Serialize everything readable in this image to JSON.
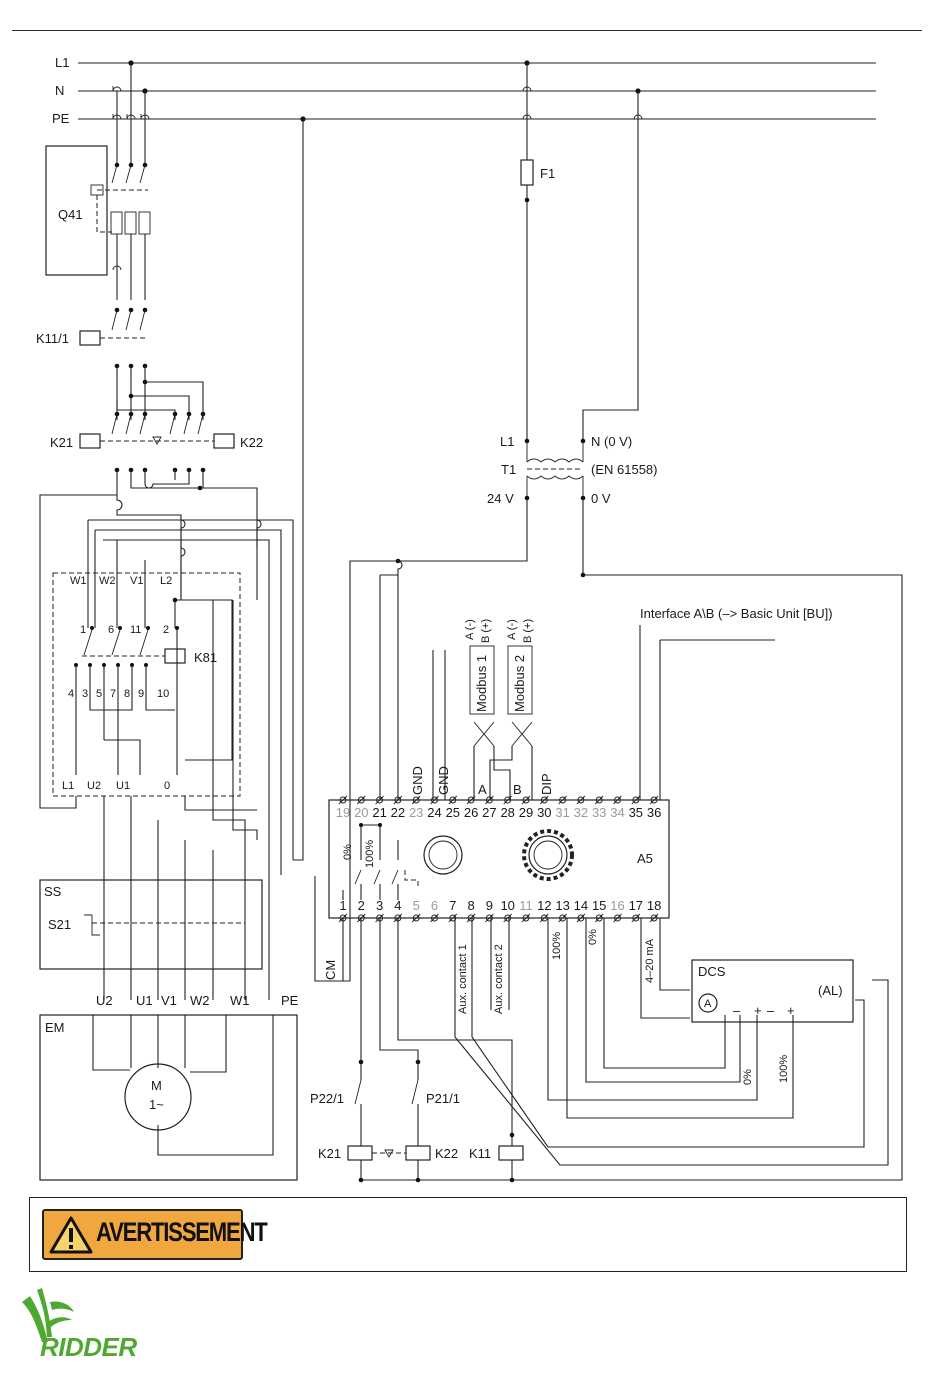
{
  "labels": {
    "L1": "L1",
    "N": "N",
    "PE": "PE",
    "Q41": "Q41",
    "F1": "F1",
    "K11_1": "K11/1",
    "K21": "K21",
    "K22": "K22",
    "K81": "K81",
    "T1": "T1",
    "T1_L1": "L1",
    "T1_N": "N (0 V)",
    "T1_std": "(EN 61558)",
    "V24": "24 V",
    "V0": "0 V",
    "W1": "W1",
    "W2": "W2",
    "V1": "V1",
    "L2": "L2",
    "c1": "1",
    "c6": "6",
    "c11": "11",
    "c2": "2",
    "c4": "4",
    "c3": "3",
    "c5": "5",
    "c7": "7",
    "c8": "8",
    "c9": "9",
    "c10": "10",
    "bL1": "L1",
    "bU2": "U2",
    "bU1": "U1",
    "b0": "0",
    "SS": "SS",
    "S21": "S21",
    "EM": "EM",
    "mU2": "U2",
    "mU1": "U1",
    "mV1": "V1",
    "mW2": "W2",
    "mW1": "W1",
    "mPE": "PE",
    "M": "M",
    "M1": "1~",
    "A5": "A5",
    "CM": "CM",
    "GND1": "GND",
    "GND2": "GND",
    "Amin1": "A (-)",
    "Bplus1": "B (+)",
    "Modbus1": "Modbus 1",
    "Amin2": "A (-)",
    "Bplus2": "B (+)",
    "Modbus2": "Modbus 2",
    "A": "A",
    "B": "B",
    "DIP": "DIP",
    "interface": "Interface A\\B (–> Basic Unit [BU])",
    "p0": "0%",
    "p100": "100%",
    "aux1": "Aux. contact 1",
    "aux2": "Aux. contact 2",
    "v100": "100%",
    "v0": "0%",
    "ma": "4–20 mA",
    "DCS": "DCS",
    "AL": "(AL)",
    "Am": "A",
    "m1": "–",
    "m2": "+",
    "m3": "–",
    "m4": "+",
    "d0": "0%",
    "d100": "100%",
    "P22": "P22/1",
    "P21": "P21/1",
    "K21b": "K21",
    "K22b": "K22",
    "K11b": "K11"
  },
  "top_terminals": [
    "19",
    "20",
    "21",
    "22",
    "23",
    "24",
    "25",
    "26",
    "27",
    "28",
    "29",
    "30",
    "31",
    "32",
    "33",
    "34",
    "35",
    "36"
  ],
  "top_gray": [
    "19",
    "20",
    "23",
    "31",
    "32",
    "33",
    "34"
  ],
  "bottom_terminals": [
    "1",
    "2",
    "3",
    "4",
    "5",
    "6",
    "7",
    "8",
    "9",
    "10",
    "11",
    "12",
    "13",
    "14",
    "15",
    "16",
    "17",
    "18"
  ],
  "bottom_gray": [
    "5",
    "6",
    "11",
    "16"
  ],
  "warning": {
    "label": "AVERTISSEMENT"
  },
  "brand": {
    "name": "RIDDER",
    "color": "#4ea832",
    "warning_color": "#f1a740"
  }
}
